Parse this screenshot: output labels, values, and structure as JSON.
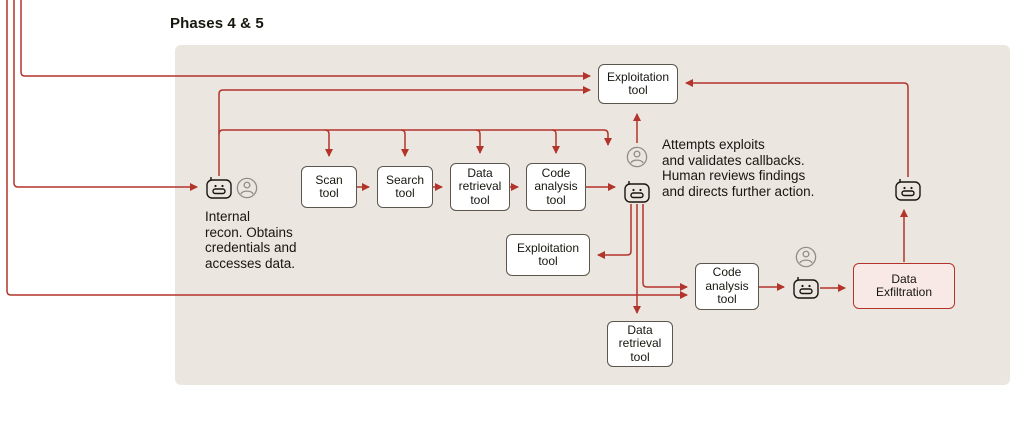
{
  "title": "Phases 4 & 5",
  "colors": {
    "accent_red": "#b2342a",
    "panel_bg": "#ebe7e0",
    "exfil_bg": "#f9e9e6",
    "box_border": "#5a564e"
  },
  "nodes": {
    "exploitation_top": {
      "label": "Exploitation tool"
    },
    "scan": {
      "label": "Scan tool"
    },
    "search": {
      "label": "Search tool"
    },
    "data_retrieval_mid": {
      "label": "Data retrieval tool"
    },
    "code_analysis_mid": {
      "label": "Code analysis tool"
    },
    "exploitation_lower": {
      "label": "Exploitation tool"
    },
    "data_retrieval_bottom": {
      "label": "Data retrieval tool"
    },
    "code_analysis_right": {
      "label": "Code analysis tool"
    },
    "data_exfiltration": {
      "label": "Data Exfiltration"
    }
  },
  "annotations": {
    "internal_recon_lines": [
      "Internal",
      "recon. Obtains",
      "credentials and",
      "accesses data."
    ],
    "agent_review_lines": [
      "Attempts exploits",
      "and validates callbacks.",
      "Human reviews findings",
      "and directs further action."
    ]
  },
  "icons": {
    "robot": "robot-agent-icon",
    "person": "human-operator-icon"
  }
}
